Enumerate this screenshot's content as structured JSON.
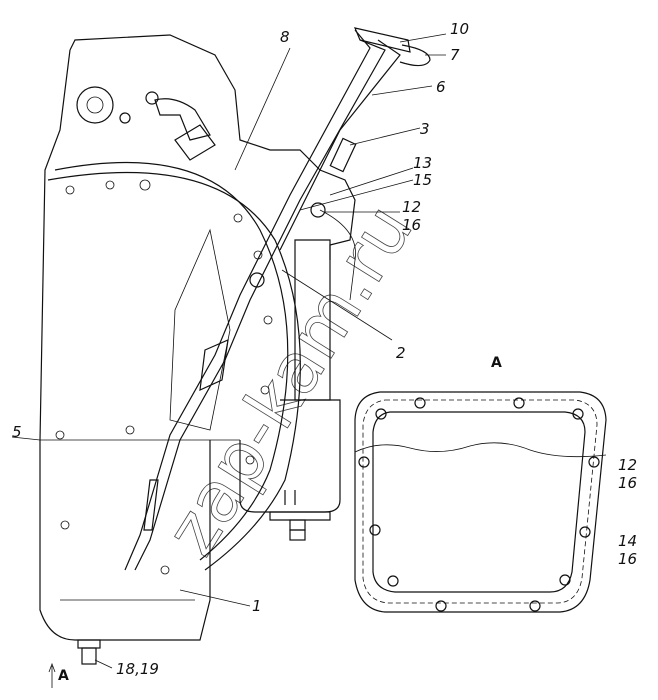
{
  "drawing": {
    "callouts": {
      "c10": "10",
      "c7": "7",
      "c6": "6",
      "c3": "3",
      "c8": "8",
      "c13": "13",
      "c15": "15",
      "c12": "12",
      "c16": "16",
      "c2": "2",
      "c5": "5",
      "c1": "1",
      "c1819": "18,19"
    },
    "view_arrow_label": "A",
    "watermark": "zap-kam.ru"
  },
  "inset": {
    "title": "A",
    "callouts": {
      "c12": "12",
      "c16a": "16",
      "c14": "14",
      "c16b": "16"
    }
  }
}
